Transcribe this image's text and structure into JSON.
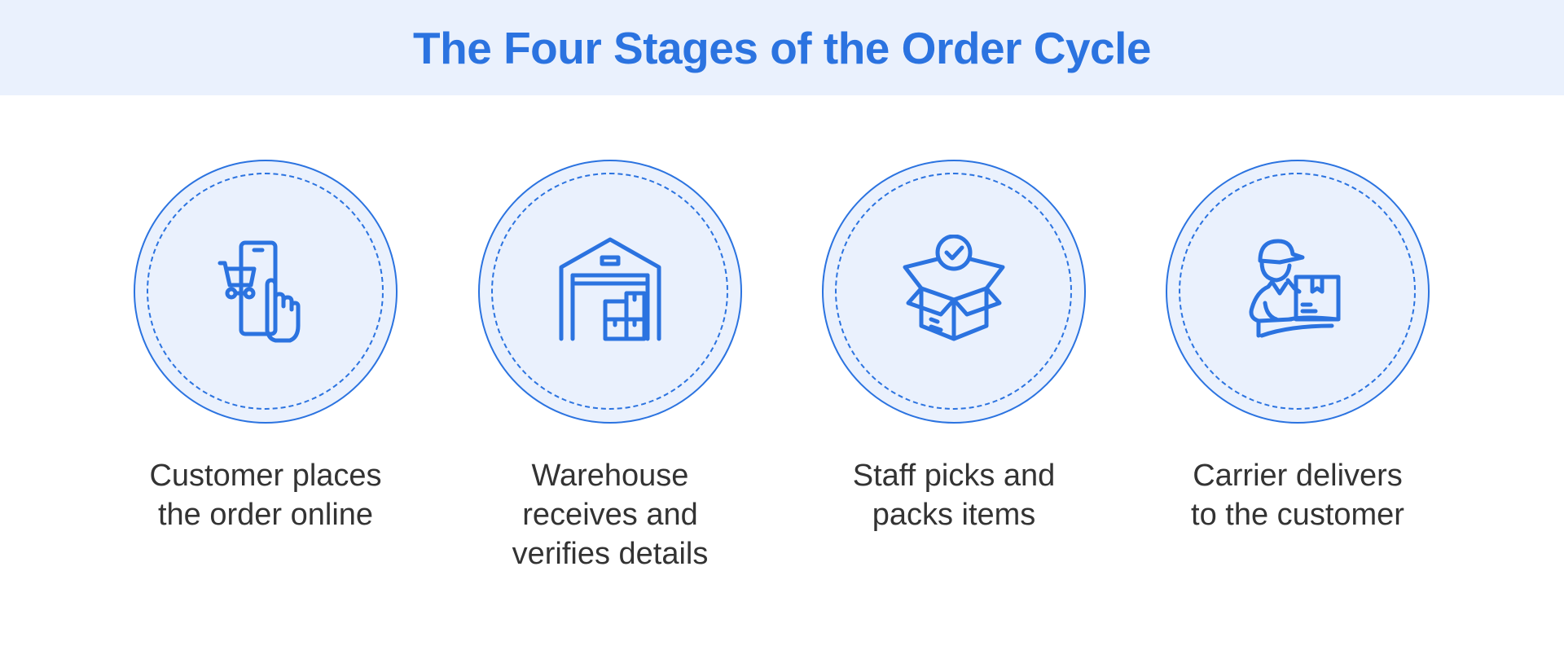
{
  "header": {
    "title": "The Four Stages of the Order Cycle"
  },
  "colors": {
    "accent": "#2b73e0",
    "circle_fill": "#eaf1fd",
    "header_bg": "#eaf1fd",
    "text": "#333333"
  },
  "stages": [
    {
      "icon": "mobile-shopping-icon",
      "lines": [
        "Customer places",
        "the order online"
      ]
    },
    {
      "icon": "warehouse-icon",
      "lines": [
        "Warehouse",
        "receives and",
        "verifies details"
      ]
    },
    {
      "icon": "box-check-icon",
      "lines": [
        "Staff picks and",
        "packs items"
      ]
    },
    {
      "icon": "delivery-person-icon",
      "lines": [
        "Carrier delivers",
        "to the customer"
      ]
    }
  ]
}
